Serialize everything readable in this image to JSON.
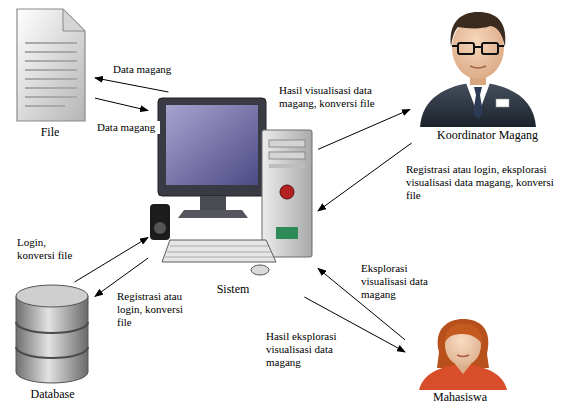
{
  "diagram": {
    "nodes": [
      {
        "text": [
          "File"
        ]
      },
      {
        "text": [
          "Koordinator Magang"
        ]
      },
      {
        "text": [
          "Sistem"
        ]
      },
      {
        "text": [
          "Database"
        ]
      },
      {
        "text": [
          "Mahasiswa"
        ]
      }
    ],
    "edges": [
      {
        "from": 2,
        "to": 0,
        "label": "Data magang",
        "arrow": "to"
      },
      {
        "from": 0,
        "to": 2,
        "label": "Data magang",
        "arrow": "to"
      },
      {
        "from": 2,
        "to": 1,
        "label": "Hasil visualisasi data magang, konversi file",
        "arrow": "to"
      },
      {
        "from": 1,
        "to": 2,
        "label": "Registrasi atau login, eksplorasi visualisasi data magang, konversi file",
        "arrow": "to"
      },
      {
        "from": 3,
        "to": 2,
        "label": "Login, konversi file",
        "arrow": "to"
      },
      {
        "from": 2,
        "to": 3,
        "label": "Registrasi atau login, konversi file",
        "arrow": "to"
      },
      {
        "from": 4,
        "to": 2,
        "label": "Eksplorasi visualisasi data magang",
        "arrow": "to"
      },
      {
        "from": 2,
        "to": 4,
        "label": "Hasil eksplorasi visualisasi data magang",
        "arrow": "to"
      }
    ]
  }
}
